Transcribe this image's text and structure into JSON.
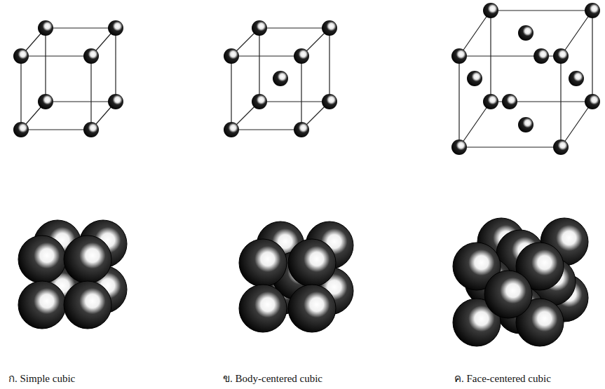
{
  "diagram": {
    "labels": [
      "ก. Simple cubic",
      "ข. Body-centered cubic",
      "ค. Face-centered cubic"
    ]
  }
}
